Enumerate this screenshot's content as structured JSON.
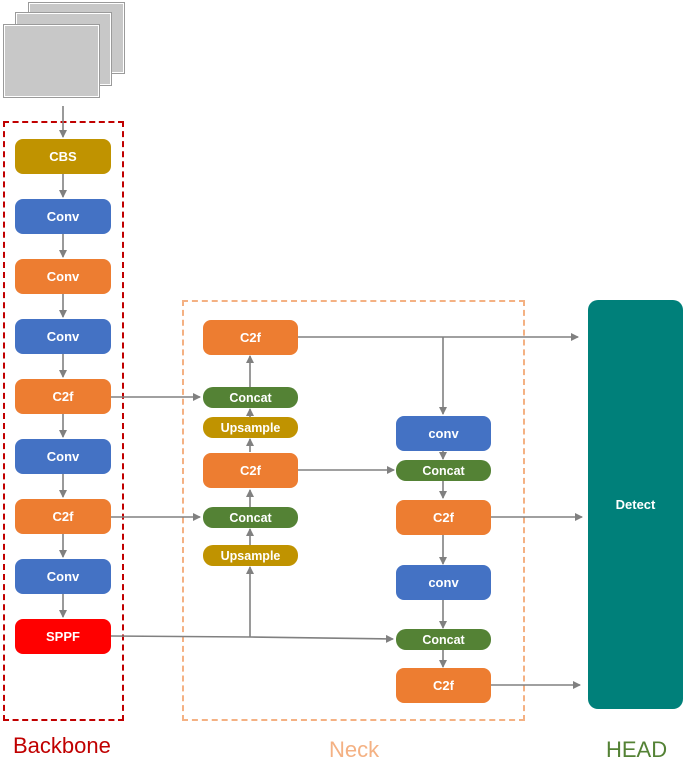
{
  "colors": {
    "gold": "#C09300",
    "blue": "#4472C4",
    "orange": "#ED7D31",
    "red": "#FF0000",
    "green": "#548235",
    "teal": "#00807A",
    "arrow": "#808080",
    "backbone_border": "#C00000",
    "neck_border": "#F4B183",
    "head_label": "#548235"
  },
  "groups": {
    "backbone": "Backbone",
    "neck": "Neck",
    "head": "HEAD"
  },
  "backbone": {
    "cbs": "CBS",
    "conv1": "Conv",
    "conv2": "Conv",
    "conv3": "Conv",
    "c2f1": "C2f",
    "conv4": "Conv",
    "c2f2": "C2f",
    "conv5": "Conv",
    "sppf": "SPPF"
  },
  "neck": {
    "c2f_top": "C2f",
    "concat1": "Concat",
    "upsample1": "Upsample",
    "c2f_mid": "C2f",
    "concat2": "Concat",
    "upsample2": "Upsample",
    "conv_r1": "conv",
    "concat_r1": "Concat",
    "c2f_r1": "C2f",
    "conv_r2": "conv",
    "concat_r2": "Concat",
    "c2f_r2": "C2f"
  },
  "head": {
    "detect": "Detect"
  }
}
